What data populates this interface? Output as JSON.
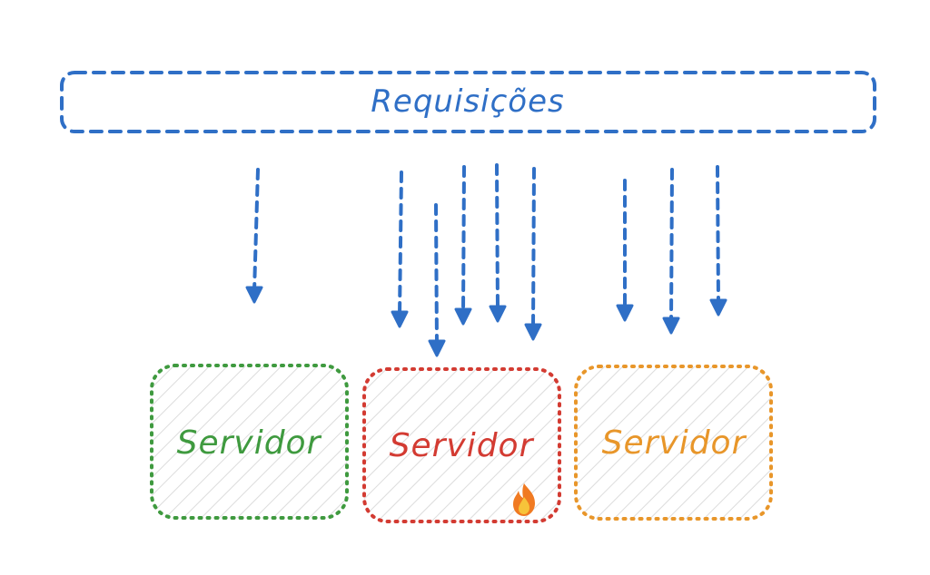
{
  "requests_box": {
    "label": "Requisições",
    "color": "#2f6fc6"
  },
  "servers": [
    {
      "label": "Servidor",
      "color": "#3f9a3f",
      "status_icon": ""
    },
    {
      "label": "Servidor",
      "color": "#d33b32",
      "status_icon": "fire-icon"
    },
    {
      "label": "Servidor",
      "color": "#e8962a",
      "status_icon": ""
    }
  ],
  "arrow_color": "#2f6fc6",
  "hatch_color": "#dcdcdc",
  "fire_colors": {
    "outer": "#f07a22",
    "inner": "#f7c33a"
  }
}
